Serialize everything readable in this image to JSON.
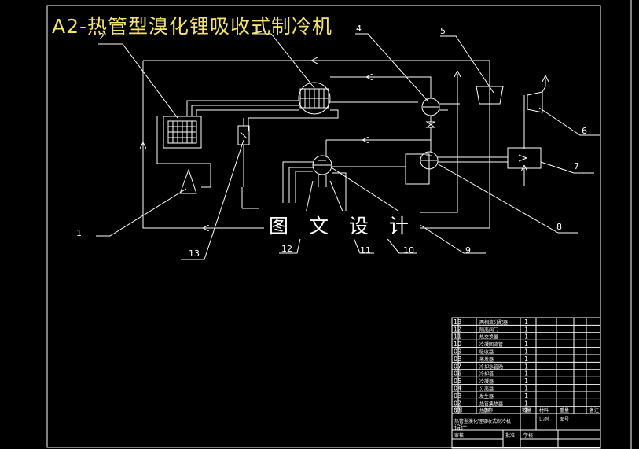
{
  "title": "A2-热管型溴化锂吸收式制冷机",
  "watermark": "图 文 设 计",
  "callouts": [
    "1",
    "2",
    "3",
    "4",
    "5",
    "6",
    "7",
    "8",
    "9",
    "10",
    "11",
    "12",
    "13"
  ],
  "parts_table": {
    "rows": [
      {
        "no": "13",
        "name": "两相流分配器",
        "qty": "1"
      },
      {
        "no": "12",
        "name": "隔离阀门",
        "qty": "1"
      },
      {
        "no": "11",
        "name": "热交换器",
        "qty": "1"
      },
      {
        "no": "10",
        "name": "冷凝回流管",
        "qty": "1"
      },
      {
        "no": "09",
        "name": "吸收器",
        "qty": "1"
      },
      {
        "no": "08",
        "name": "蒸发器",
        "qty": "1"
      },
      {
        "no": "07",
        "name": "冷却水管路",
        "qty": "1"
      },
      {
        "no": "06",
        "name": "冷却塔",
        "qty": "1"
      },
      {
        "no": "05",
        "name": "冷凝器",
        "qty": "1"
      },
      {
        "no": "04",
        "name": "分离器",
        "qty": "1"
      },
      {
        "no": "03",
        "name": "发生器",
        "qty": "1"
      },
      {
        "no": "02",
        "name": "热管集热器",
        "qty": "1"
      },
      {
        "no": "01",
        "name": "热源",
        "qty": "1"
      }
    ],
    "header": [
      "序号",
      "名称",
      "数量",
      "材料",
      "重量",
      "备注"
    ],
    "title_block": {
      "drawing_name": "热管型溴化锂吸收式制冷机",
      "scale_label": "比例",
      "sheet_label": "图号",
      "design_label": "设计",
      "check_label": "审核",
      "approve_label": "批准",
      "school_label": "学校"
    }
  }
}
